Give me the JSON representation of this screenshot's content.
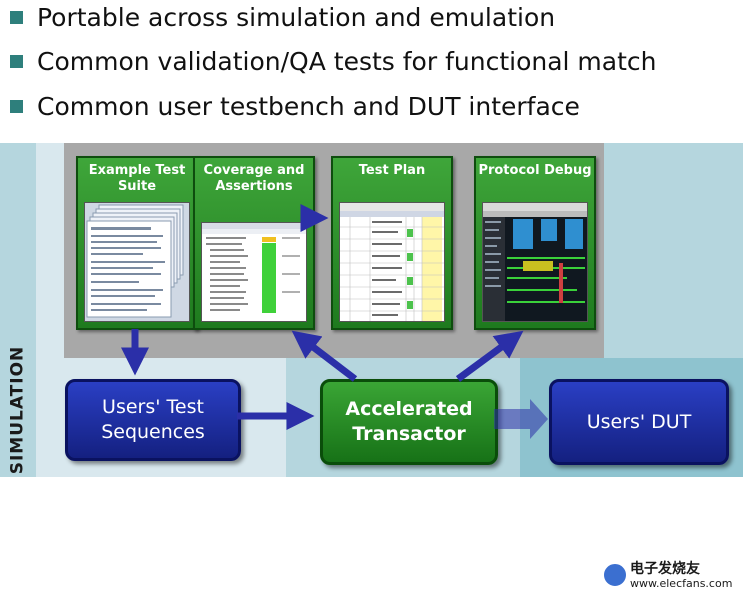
{
  "bullets": [
    "Portable across simulation and emulation",
    "Common validation/QA tests for functional match",
    "Common user testbench and DUT interface"
  ],
  "diagram": {
    "side_label": "SIMULATION",
    "cards": [
      {
        "title": "Example Test Suite",
        "shot": "document-stack"
      },
      {
        "title": "Coverage and Assertions",
        "shot": "coverage-table"
      },
      {
        "title": "Test Plan",
        "shot": "spreadsheet"
      },
      {
        "title": "Protocol Debug",
        "shot": "waveform"
      }
    ],
    "boxes": {
      "users_test": "Users' Test Sequences",
      "accelerated": "Accelerated Transactor",
      "users_dut": "Users' DUT"
    },
    "watermark": {
      "brand": "电子发烧友",
      "url": "www.elecfans.com"
    },
    "colors": {
      "bullet": "#2e7f7c",
      "card_green": "#2e8f2a",
      "box_blue": "#1e2fa0",
      "arrow_blue": "#2b2fa8"
    }
  }
}
